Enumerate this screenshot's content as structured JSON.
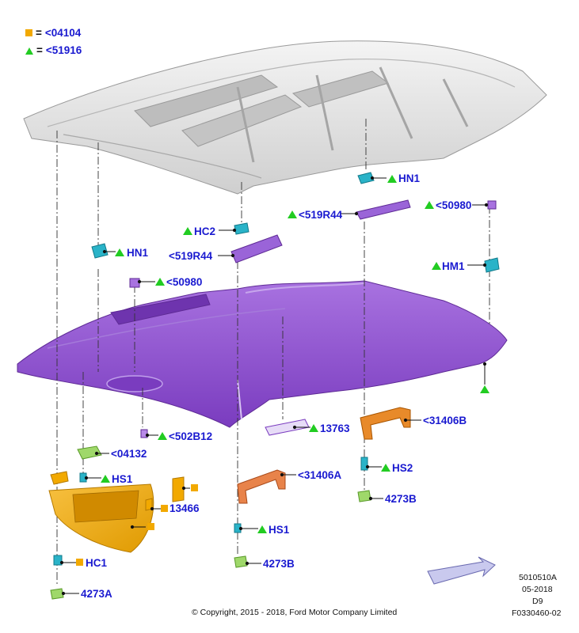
{
  "legend": [
    {
      "symbol": "square",
      "color": "#f2a900",
      "eq": "=",
      "text": "<04104"
    },
    {
      "symbol": "triangle",
      "color": "#22cc22",
      "eq": "=",
      "text": "<51916"
    }
  ],
  "labels": {
    "hn1_top": "HN1",
    "r50980_right": "<50980",
    "r519r44_right": "<519R44",
    "hc2": "HC2",
    "hn1_left": "HN1",
    "r519r44_left": "<519R44",
    "hm1": "HM1",
    "r50980_left": "<50980",
    "r502b12": "<502B12",
    "r13763": "13763",
    "r31406b": "<31406B",
    "r04132": "<04132",
    "hs1_left": "HS1",
    "r31406a": "<31406A",
    "hs2": "HS2",
    "r13466": "13466",
    "r4273b_right": "4273B",
    "hs1_mid": "HS1",
    "hc1": "HC1",
    "r4273b_mid": "4273B",
    "r4273a": "4273A"
  },
  "footer": {
    "copyright": "© Copyright, 2015 - 2018, Ford Motor Company Limited",
    "code1": "5010510A",
    "date": "05-2018",
    "code2": "D9",
    "code3": "F0330460-02"
  },
  "colors": {
    "headliner": "#8e4fcf",
    "roof": "#e4e4e4",
    "clip_cyan": "#2ab3c8",
    "visor_orange": "#f2a900",
    "handle_orange": "#e88a2a",
    "clip_green": "#9fd86a",
    "label_blue": "#1a1ad0",
    "marker_green": "#22cc22",
    "marker_orange": "#f2a900"
  }
}
